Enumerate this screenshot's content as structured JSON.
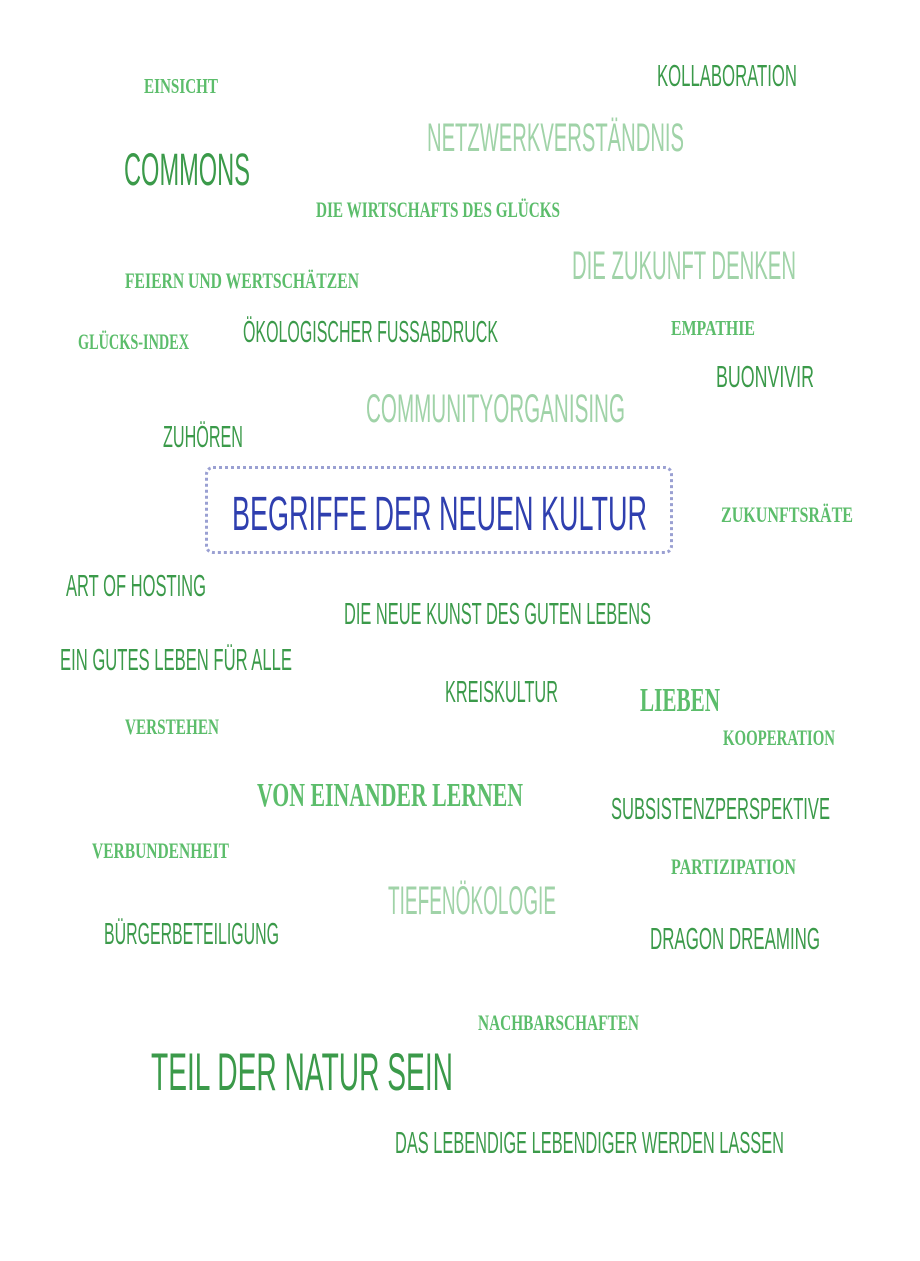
{
  "title": "BEGRIFFE DER NEUEN KULTUR",
  "colors": {
    "dark_green": "#3b9a4a",
    "mid_green": "#5cbd6b",
    "light_green": "#a0d3a8",
    "title_blue": "#2f3faf",
    "dots": "#9aa0d2"
  },
  "terms": [
    "EINSICHT",
    "KOLLABORATION",
    "NETZWERKVERSTÄNDNIS",
    "COMMONS",
    "DIE WIRTSCHAFTS DES GLÜCKS",
    "DIE ZUKUNFT DENKEN",
    "FEIERN UND WERTSCHÄTZEN",
    "GLÜCKS-INDEX",
    "ÖKOLOGISCHER FUSSABDRUCK",
    "EMPATHIE",
    "BUONVIVIR",
    "COMMUNITYORGANISING",
    "ZUHÖREN",
    "ZUKUNFTSRÄTE",
    "ART OF HOSTING",
    "DIE NEUE KUNST DES GUTEN LEBENS",
    "EIN GUTES LEBEN FÜR ALLE",
    "KREISKULTUR",
    "LIEBEN",
    "VERSTEHEN",
    "KOOPERATION",
    "VON EINANDER LERNEN",
    "SUBSISTENZPERSPEKTIVE",
    "VERBUNDENHEIT",
    "PARTIZIPATION",
    "TIEFENÖKOLOGIE",
    "BÜRGERBETEILIGUNG",
    "DRAGON DREAMING",
    "NACHBARSCHAFTEN",
    "TEIL DER NATUR SEIN",
    "DAS LEBENDIGE LEBENDIGER WERDEN LASSEN"
  ]
}
